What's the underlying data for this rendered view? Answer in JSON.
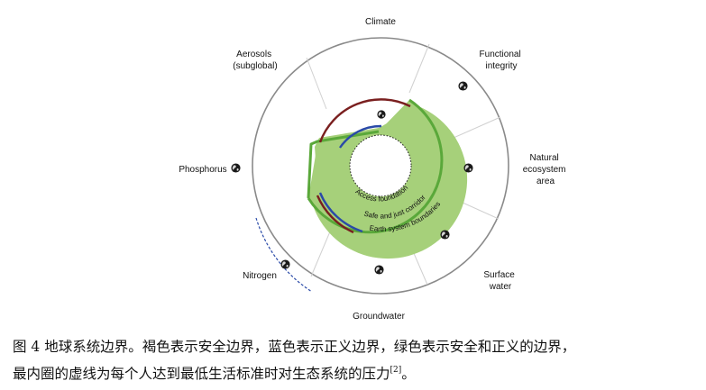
{
  "diagram": {
    "boundary_labels": {
      "climate": "Climate",
      "functional_integrity": [
        "Functional",
        "integrity"
      ],
      "natural_ecosystem_area": [
        "Natural",
        "ecosystem",
        "area"
      ],
      "surface_water": [
        "Surface",
        "water"
      ],
      "groundwater": "Groundwater",
      "nitrogen": "Nitrogen",
      "phosphorus": "Phosphorus",
      "aerosols": [
        "Aerosols",
        "(subglobal)"
      ]
    },
    "ring_labels": {
      "access_foundation": "Access foundation",
      "safe_and_just_corridor": "Safe and just corridor",
      "earth_system_boundaries": "Earth system boundaries"
    },
    "icon": "globe-icon",
    "colors": {
      "safe_boundary": "#7a1f1f",
      "just_boundary": "#2a4aa8",
      "safe_and_just": "#5aa83a",
      "corridor_fill": "#a6d07a"
    }
  },
  "caption": {
    "line1": "图 4  地球系统边界。褐色表示安全边界，蓝色表示正义边界，绿色表示安全和正义的边界，",
    "line2": "最内圈的虚线为每个人达到最低生活标准时对生态系统的压力",
    "ref": "[2]",
    "end": "。"
  }
}
